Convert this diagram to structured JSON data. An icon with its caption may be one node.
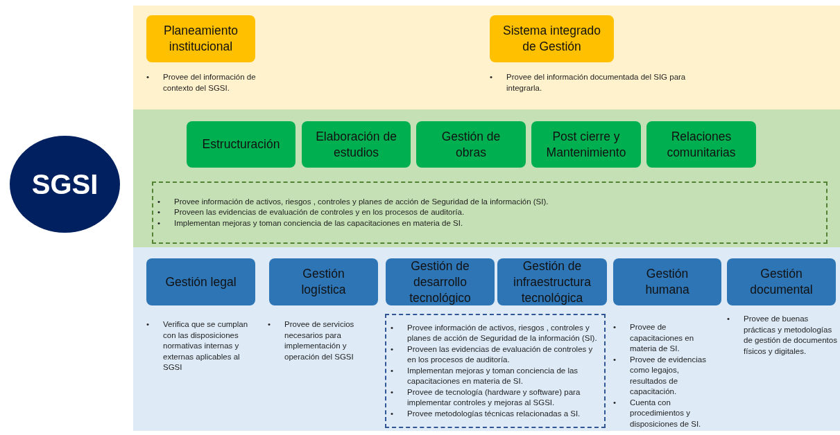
{
  "diagram": {
    "nodes": [
      {
        "text": [
          "SGSI"
        ]
      },
      {
        "text": [],
        "shape": "box"
      },
      {
        "text": [
          "Planeamiento institucional"
        ],
        "in": 1,
        "beside": [
          "•\tProvee del información de contexto del SGSI."
        ]
      },
      {
        "text": [
          "Sistema integrado de Gestión"
        ],
        "in": 1,
        "beside": [
          "•\tProvee del información documentada del SIG para integrarla."
        ]
      },
      {
        "text": [],
        "shape": "box"
      },
      {
        "text": [
          "Estructuración"
        ],
        "in": 4
      },
      {
        "text": [
          "Elaboración de estudios"
        ],
        "in": 4
      },
      {
        "text": [
          "Gestión de obras"
        ],
        "in": 4
      },
      {
        "text": [
          "Post cierre y Mantenimiento"
        ],
        "in": 4
      },
      {
        "text": [
          "Relaciones comunitarias"
        ],
        "in": 4
      },
      {
        "text": [
          "•\tProvee información de activos, riesgos , controles y planes de acción de Seguridad de la información (SI).",
          "•\tProveen las evidencias de evaluación de controles y en los procesos de auditoría.",
          "•\tImplementan mejoras y toman conciencia de las capacitaciones en materia de SI."
        ],
        "in": 4
      },
      {
        "text": [],
        "shape": "box"
      },
      {
        "text": [
          "Gestión legal"
        ],
        "in": 11,
        "beside": [
          "•\tVerifica que se cumplan con las disposiciones normativas internas y externas aplicables al SGSI"
        ]
      },
      {
        "text": [
          "Gestión logística"
        ],
        "in": 11,
        "beside": [
          "•\tProvee de servicios necesarios para implementación y operación del SGSI"
        ]
      },
      {
        "text": [
          "Gestión de desarrollo tecnológico"
        ],
        "in": 11
      },
      {
        "text": [
          "Gestión de infraestructura tecnológica"
        ],
        "in": 11
      },
      {
        "text": [
          "Gestión humana"
        ],
        "in": 11,
        "beside": [
          "•\tProvee de capacitaciones en materia de SI.",
          "•\tProvee de evidencias como legajos, resultados de capacitación.",
          "•\tCuenta con procedimientos y disposiciones de SI."
        ]
      },
      {
        "text": [
          "Gestión documental"
        ],
        "in": 11,
        "beside": [
          "•\tProvee de buenas prácticas y metodologías de gestión de documentos físicos y digitales."
        ]
      },
      {
        "text": [
          "•\tProvee información de activos, riesgos , controles y planes de acción de Seguridad de la información (SI).",
          "•\tProveen las evidencias de evaluación de controles y en los procesos de auditoría.",
          "•\tImplementan mejoras y toman conciencia de las capacitaciones en materia de SI.",
          "•\tProvee de tecnología (hardware y software) para implementar controles y mejoras al SGSI.",
          "•\tProvee metodologías técnicas relacionadas a SI."
        ],
        "in": 11
      }
    ],
    "edges": []
  }
}
